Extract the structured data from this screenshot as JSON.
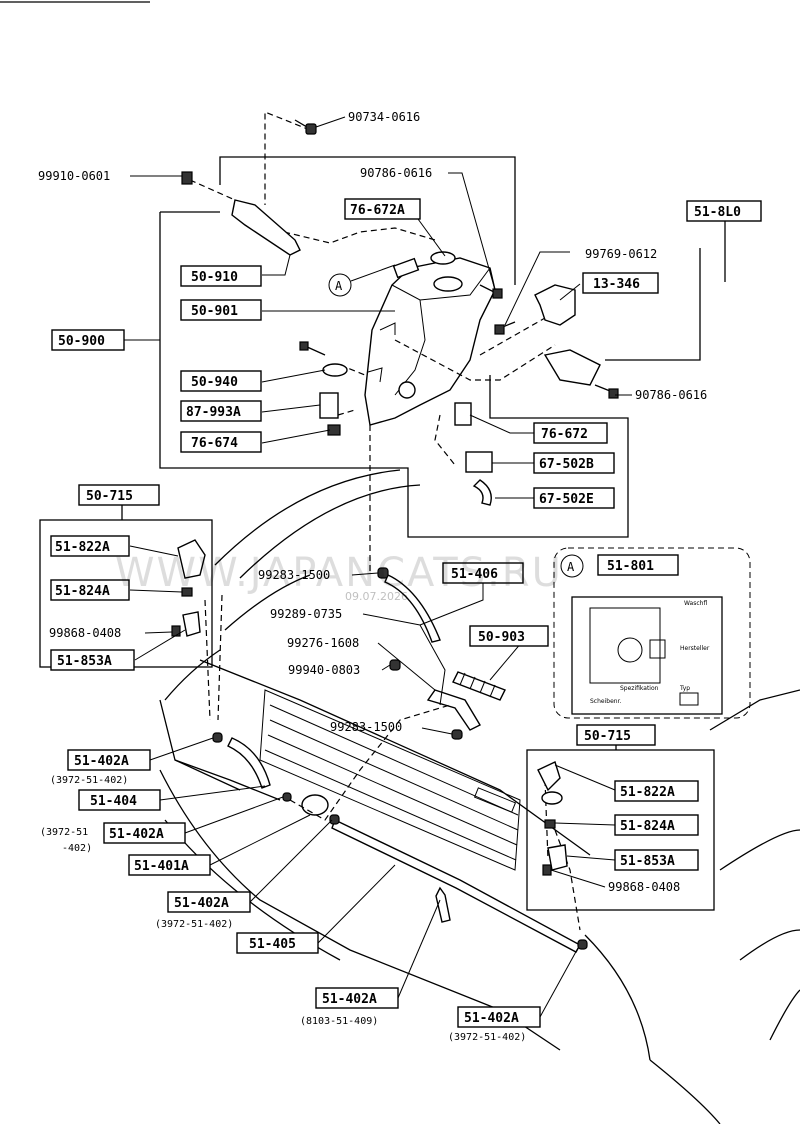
{
  "watermark": {
    "text": "WWW.JAPANCATS.RU",
    "date": "09.07.2026"
  },
  "callout_a": "A",
  "labels": {
    "p90734_0616": "90734-0616",
    "p99910_0601": "99910-0601",
    "p90786_0616_top": "90786-0616",
    "p76_672a": "76-672A",
    "p51_8l0": "51-8L0",
    "p99769_0612": "99769-0612",
    "p13_346": "13-346",
    "p50_910": "50-910",
    "p50_901": "50-901",
    "p50_900": "50-900",
    "p90786_0616_right": "90786-0616",
    "p50_940": "50-940",
    "p87_993a": "87-993A",
    "p76_674": "76-674",
    "p76_672": "76-672",
    "p67_502b": "67-502B",
    "p67_502e": "67-502E",
    "p50_715_left": "50-715",
    "p51_822a_left": "51-822A",
    "p51_824a_left": "51-824A",
    "p99868_0408_left": "99868-0408",
    "p51_853a_left": "51-853A",
    "p99283_1500_top": "99283-1500",
    "p51_406": "51-406",
    "p99289_0735": "99289-0735",
    "p99276_1608": "99276-1608",
    "p50_903": "50-903",
    "p99940_0803": "99940-0803",
    "p99283_1500_bot": "99283-1500",
    "p51_801": "51-801",
    "p50_715_right": "50-715",
    "p51_822a_right": "51-822A",
    "p51_824a_right": "51-824A",
    "p51_853a_right": "51-853A",
    "p99868_0408_right": "99868-0408",
    "p51_402a_1": "51-402A",
    "p51_402a_1_ref": "(3972-51-402)",
    "p51_404": "51-404",
    "p51_402a_2": "51-402A",
    "p51_402a_2_ref1": "(3972-51",
    "p51_402a_2_ref2": "-402)",
    "p51_401a": "51-401A",
    "p51_402a_3": "51-402A",
    "p51_402a_3_ref": "(3972-51-402)",
    "p51_405": "51-405",
    "p51_402a_4": "51-402A",
    "p51_402a_4_ref": "(8103-51-409)",
    "p51_402a_5": "51-402A",
    "p51_402a_5_ref": "(3972-51-402)"
  },
  "decal_text": {
    "line1": "Waschfl",
    "line2": "Hersteller",
    "line3": "Spezifikation",
    "line4": "Typ",
    "line5": "Scheibenr."
  }
}
